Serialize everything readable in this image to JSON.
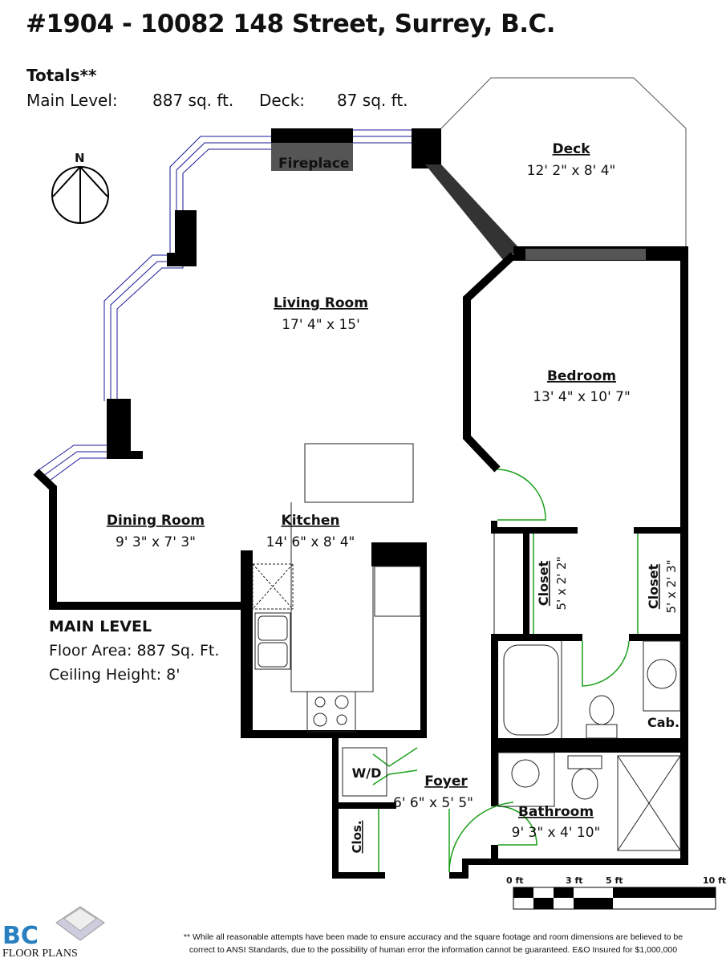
{
  "title": "#1904 - 10082 148 Street, Surrey, B.C.",
  "totals": {
    "heading": "Totals**",
    "main_label": "Main Level:",
    "main_value": "887 sq. ft.",
    "deck_label": "Deck:",
    "deck_value": "87 sq. ft."
  },
  "compass": "N",
  "rooms": {
    "fireplace": "Fireplace",
    "deck": {
      "name": "Deck",
      "dims": "12' 2\" x 8' 4\""
    },
    "living": {
      "name": "Living Room",
      "dims": "17' 4\" x 15'"
    },
    "bedroom": {
      "name": "Bedroom",
      "dims": "13' 4\" x 10' 7\""
    },
    "dining": {
      "name": "Dining Room",
      "dims": "9' 3\" x 7' 3\""
    },
    "kitchen": {
      "name": "Kitchen",
      "dims": "14' 6\" x 8' 4\""
    },
    "closet1": {
      "name": "Closet",
      "dims": "5' x 2' 2\""
    },
    "closet2": {
      "name": "Closet",
      "dims": "5' x 2' 3\""
    },
    "cab": "Cab.",
    "wd": "W/D",
    "foyer": {
      "name": "Foyer",
      "dims": "6' 6\" x 5' 5\""
    },
    "clos": "Clos.",
    "bathroom": {
      "name": "Bathroom",
      "dims": "9' 3\" x 4' 10\""
    }
  },
  "level_info": {
    "heading": "MAIN LEVEL",
    "floor_area": "Floor Area: 887 Sq. Ft.",
    "ceiling": "Ceiling Height: 8'"
  },
  "scale": {
    "labels": [
      "0 ft",
      "3 ft",
      "5 ft",
      "10 ft"
    ]
  },
  "logo": {
    "mark": "BC",
    "text": "FLOOR PLANS"
  },
  "disclaimer": {
    "line1": "** While all reasonable attempts have been made to ensure accuracy and the square footage and room dimensions are believed to be",
    "line2": "correct to ANSI Standards, due to the possibility of human error the information cannot be guaranteed. E&O Insured for $1,000,000"
  },
  "colors": {
    "wall": "#000000",
    "window": "#1a1a9a",
    "door": "#1aa01a",
    "logo": "#2a7fc1"
  }
}
